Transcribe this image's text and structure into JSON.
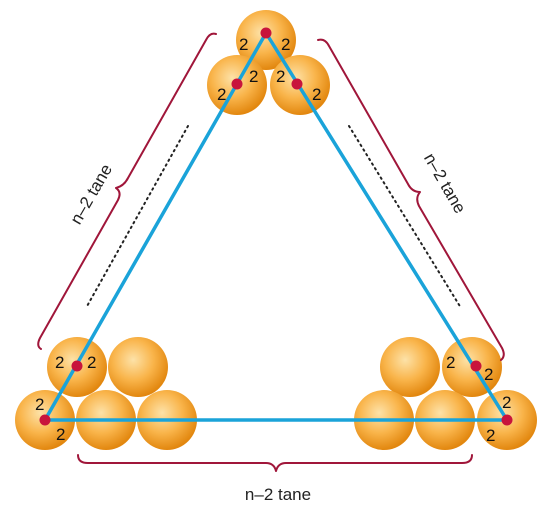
{
  "labels": {
    "left_side": "n–2 tane",
    "right_side": "n–2 tane",
    "bottom_side": "n–2 tane",
    "count_2": "2"
  },
  "colors": {
    "sphere_light": "#fde2a8",
    "sphere_mid": "#f9b44a",
    "sphere_dark": "#e2870f",
    "triangle_line": "#1aa3d9",
    "vertex_dot": "#c8143c",
    "bracket": "#a0163a",
    "dots": "#222222"
  }
}
